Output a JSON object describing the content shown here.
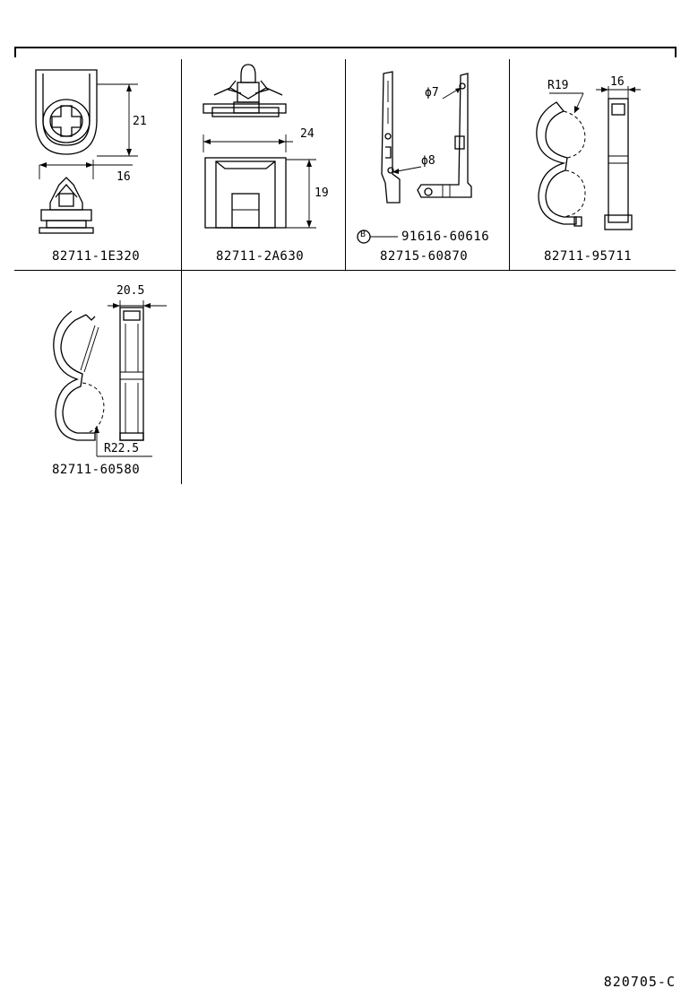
{
  "document_code": "820705-C",
  "parts": [
    {
      "part_number": "82711-1E320",
      "dimensions": [
        "21",
        "16"
      ]
    },
    {
      "part_number": "82711-2A630",
      "dimensions": [
        "24",
        "19"
      ]
    },
    {
      "part_number": "82715-60870",
      "dimensions": [
        "ϕ7",
        "ϕ8"
      ],
      "sub_part": {
        "marker": "B",
        "part_number": "91616-60616"
      }
    },
    {
      "part_number": "82711-95711",
      "dimensions": [
        "R19",
        "16"
      ]
    },
    {
      "part_number": "82711-60580",
      "dimensions": [
        "20.5",
        "R22.5"
      ]
    }
  ]
}
